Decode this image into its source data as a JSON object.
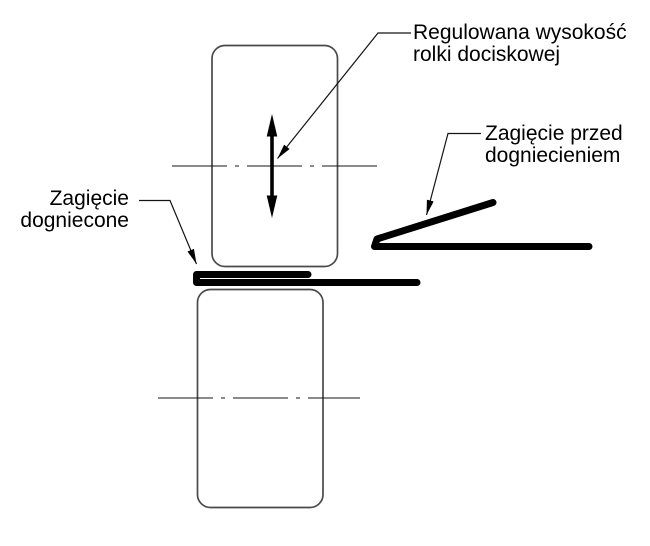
{
  "labels": {
    "adjustable_height": {
      "line1": "Regulowana wysokość",
      "line2": "rolki dociskowej"
    },
    "bend_before": {
      "line1": "Zagięcie przed",
      "line2": "dogniecieniem"
    },
    "bend_pressed": {
      "line1": "Zagięcie",
      "line2": "dogniecone"
    }
  },
  "colors": {
    "ink": "#000000",
    "roller_outline": "#4a4a4a",
    "background": "#ffffff"
  }
}
